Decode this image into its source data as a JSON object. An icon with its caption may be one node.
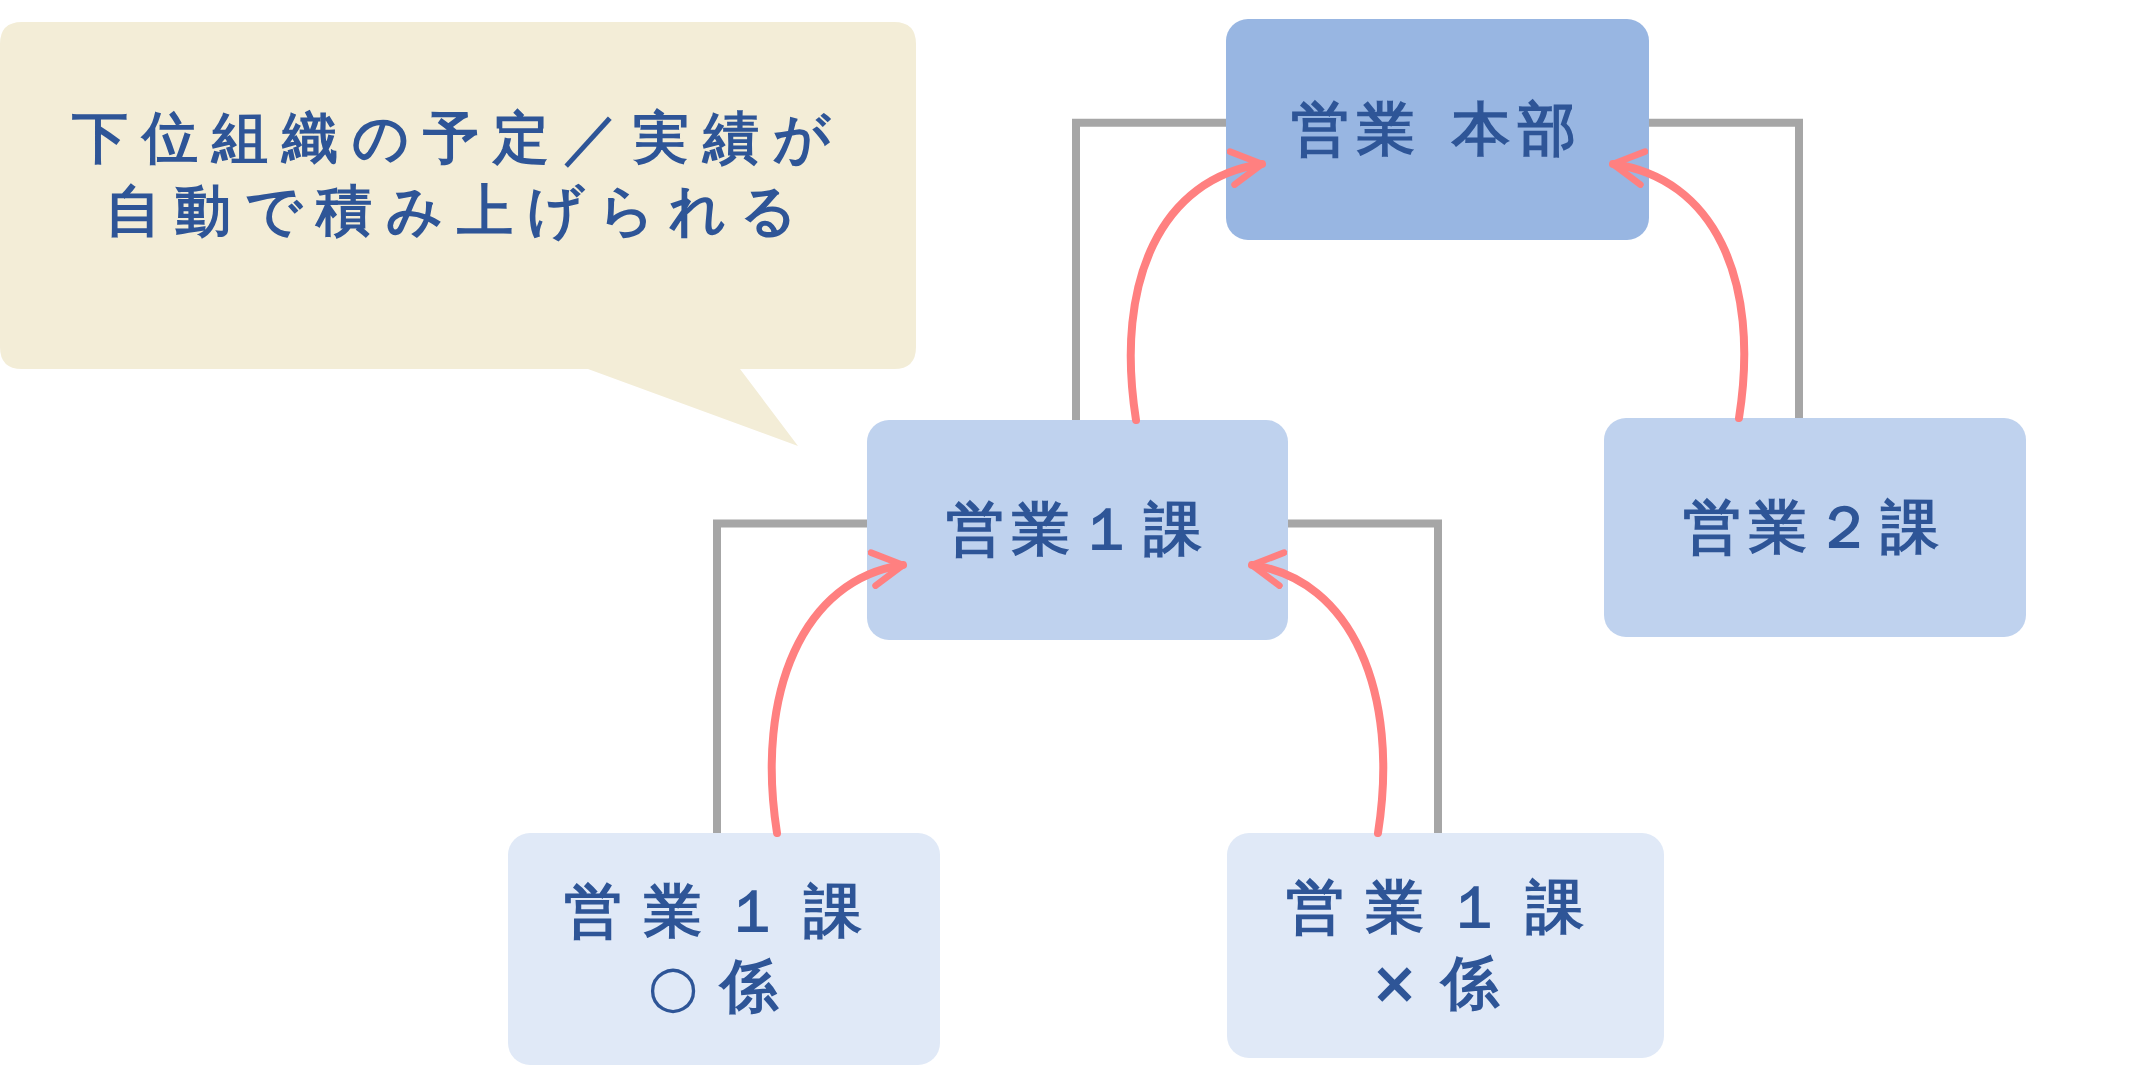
{
  "diagram": {
    "nodes": [
      {
        "text": [
          "下位組織の予定／実績が自動で積み上げられる"
        ]
      },
      {
        "text": [
          "営業 本部"
        ]
      },
      {
        "text": [
          "営業１課"
        ]
      },
      {
        "text": [
          "営業２課"
        ]
      },
      {
        "text": [
          "営業１課○係"
        ]
      },
      {
        "text": [
          "営業１課×係"
        ]
      }
    ],
    "edges": [
      {
        "from": 2,
        "to": 1,
        "arrow": "none",
        "color": "#a6a6a6"
      },
      {
        "from": 1,
        "to": 3,
        "arrow": "none",
        "color": "#a6a6a6"
      },
      {
        "from": 4,
        "to": 2,
        "arrow": "none",
        "color": "#a6a6a6"
      },
      {
        "from": 2,
        "to": 5,
        "arrow": "none",
        "color": "#a6a6a6"
      },
      {
        "from": 2,
        "to": 1,
        "arrow": "to",
        "color": "#ff8080"
      },
      {
        "from": 3,
        "to": 1,
        "arrow": "to",
        "color": "#ff8080"
      },
      {
        "from": 4,
        "to": 2,
        "arrow": "to",
        "color": "#ff8080"
      },
      {
        "from": 5,
        "to": 2,
        "arrow": "to",
        "color": "#ff8080"
      }
    ]
  }
}
